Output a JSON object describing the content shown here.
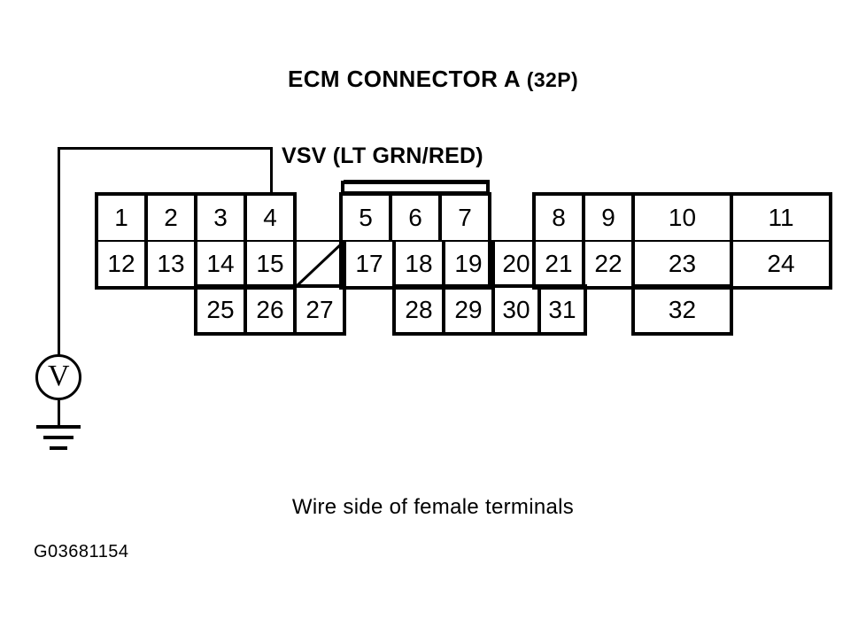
{
  "figure": {
    "title": "ECM CONNECTOR A (32P)",
    "title_main": "ECM CONNECTOR A",
    "title_paren": "(32P)",
    "circuit_label": "VSV (LT GRN/RED)",
    "caption": "Wire side of female terminals",
    "figure_id": "G03681154",
    "meter_symbol": "V",
    "line_color": "#000000",
    "background_color": "#ffffff"
  },
  "connector": {
    "total_pins": 32,
    "probed_pin": "4",
    "blank_pin_position": "16",
    "rows": [
      {
        "name": "row-1",
        "cells": [
          {
            "label": "1",
            "type": "pin"
          },
          {
            "label": "2",
            "type": "pin"
          },
          {
            "label": "3",
            "type": "pin"
          },
          {
            "label": "4",
            "type": "pin"
          },
          {
            "label": "5",
            "type": "pin"
          },
          {
            "label": "6",
            "type": "pin"
          },
          {
            "label": "7",
            "type": "pin"
          },
          {
            "label": "8",
            "type": "pin"
          },
          {
            "label": "9",
            "type": "pin"
          },
          {
            "label": "10",
            "type": "pin"
          },
          {
            "label": "11",
            "type": "pin"
          }
        ]
      },
      {
        "name": "row-2",
        "cells": [
          {
            "label": "12",
            "type": "pin"
          },
          {
            "label": "13",
            "type": "pin"
          },
          {
            "label": "14",
            "type": "pin"
          },
          {
            "label": "15",
            "type": "pin"
          },
          {
            "label": "",
            "type": "blank"
          },
          {
            "label": "17",
            "type": "pin"
          },
          {
            "label": "18",
            "type": "pin"
          },
          {
            "label": "19",
            "type": "pin"
          },
          {
            "label": "20",
            "type": "pin"
          },
          {
            "label": "21",
            "type": "pin"
          },
          {
            "label": "22",
            "type": "pin"
          },
          {
            "label": "23",
            "type": "pin"
          },
          {
            "label": "24",
            "type": "pin"
          }
        ]
      },
      {
        "name": "row-3",
        "cells": [
          {
            "label": "25",
            "type": "pin"
          },
          {
            "label": "26",
            "type": "pin"
          },
          {
            "label": "27",
            "type": "pin"
          },
          {
            "label": "28",
            "type": "pin"
          },
          {
            "label": "29",
            "type": "pin"
          },
          {
            "label": "30",
            "type": "pin"
          },
          {
            "label": "31",
            "type": "pin"
          },
          {
            "label": "32",
            "type": "pin"
          }
        ]
      }
    ]
  }
}
